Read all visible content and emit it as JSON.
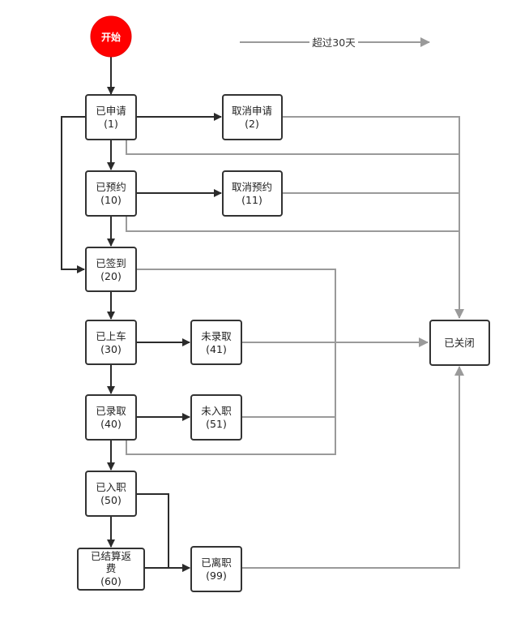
{
  "start": {
    "label": "开始",
    "color": "#ff0000"
  },
  "legend": {
    "label": "超过30天",
    "color": "#9a9a9a"
  },
  "colors": {
    "normal_flow": "#2b2b2b",
    "timeout_flow": "#9a9a9a"
  },
  "nodes": {
    "applied": {
      "name": "已申请",
      "code": "(1)"
    },
    "cancel_apply": {
      "name": "取消申请",
      "code": "(2)"
    },
    "booked": {
      "name": "已预约",
      "code": "(10)"
    },
    "cancel_booking": {
      "name": "取消预约",
      "code": "(11)"
    },
    "signed_in": {
      "name": "已签到",
      "code": "(20)"
    },
    "boarded": {
      "name": "已上车",
      "code": "(30)"
    },
    "not_hired": {
      "name": "未录取",
      "code": "(41)"
    },
    "hired": {
      "name": "已录取",
      "code": "(40)"
    },
    "not_onboard": {
      "name": "未入职",
      "code": "(51)"
    },
    "onboarded": {
      "name": "已入职",
      "code": "(50)"
    },
    "settled_line1": {
      "name": "已结算返"
    },
    "settled_line2": {
      "name": "费",
      "code": "(60)"
    },
    "resigned": {
      "name": "已离职",
      "code": "(99)"
    },
    "closed": {
      "name": "已关闭"
    }
  }
}
